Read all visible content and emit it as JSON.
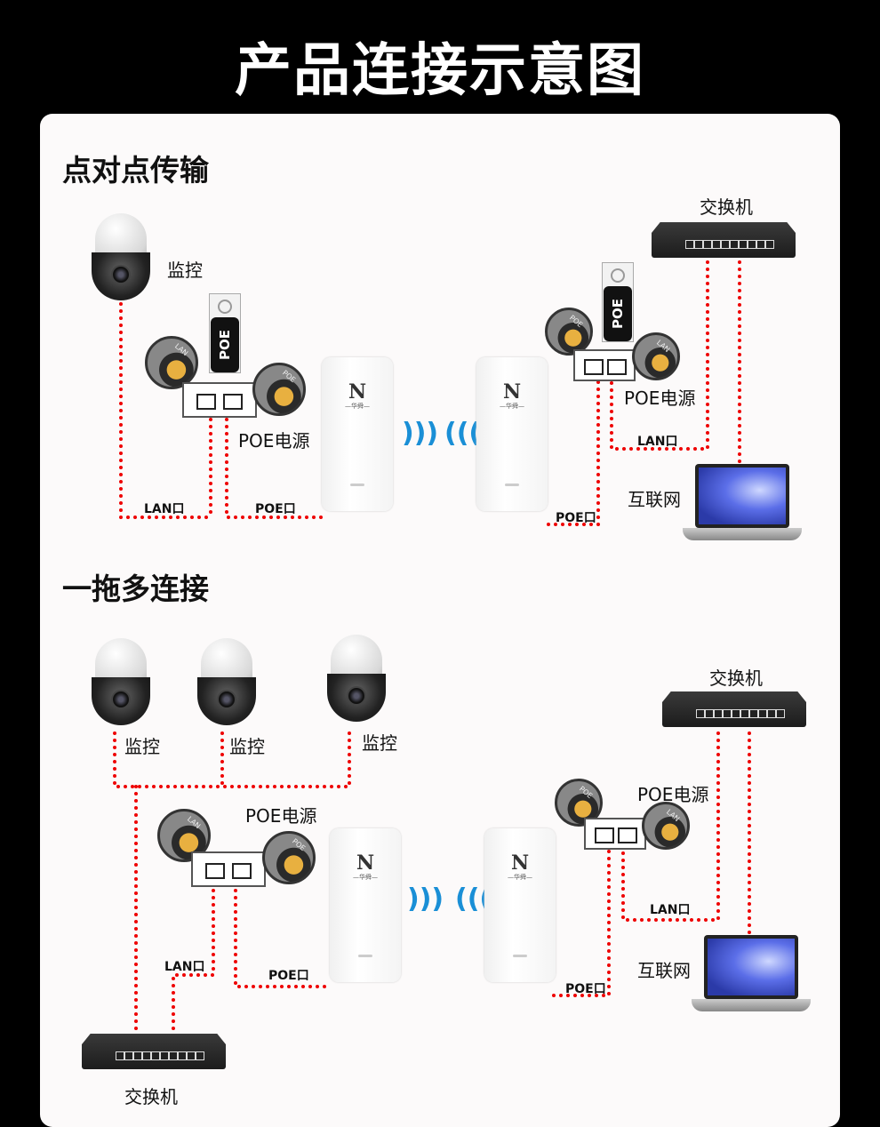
{
  "title": "产品连接示意图",
  "sections": {
    "p2p": {
      "heading": "点对点传输",
      "camera": "监控",
      "poe_power_left": "POE电源",
      "poe_power_right": "POE电源",
      "lan_left": "LAN口",
      "poe_left": "POE口",
      "lan_right": "LAN口",
      "poe_right": "POE口",
      "switch": "交换机",
      "internet": "互联网"
    },
    "multi": {
      "heading": "一拖多连接",
      "cameras": [
        "监控",
        "监控",
        "监控"
      ],
      "poe_power_left": "POE电源",
      "poe_power_right": "POE电源",
      "lan_left": "LAN口",
      "poe_left": "POE口",
      "lan_right": "LAN口",
      "poe_right": "POE口",
      "switch_right": "交换机",
      "switch_bottom": "交换机",
      "internet": "互联网"
    }
  },
  "device": {
    "logo": "N",
    "brand": "—华舜—",
    "adapter_text": "POE",
    "port_lan": "LAN",
    "port_poe": "POE"
  },
  "colors": {
    "line": "#ee0000",
    "wireless": "#1a8fd6"
  }
}
